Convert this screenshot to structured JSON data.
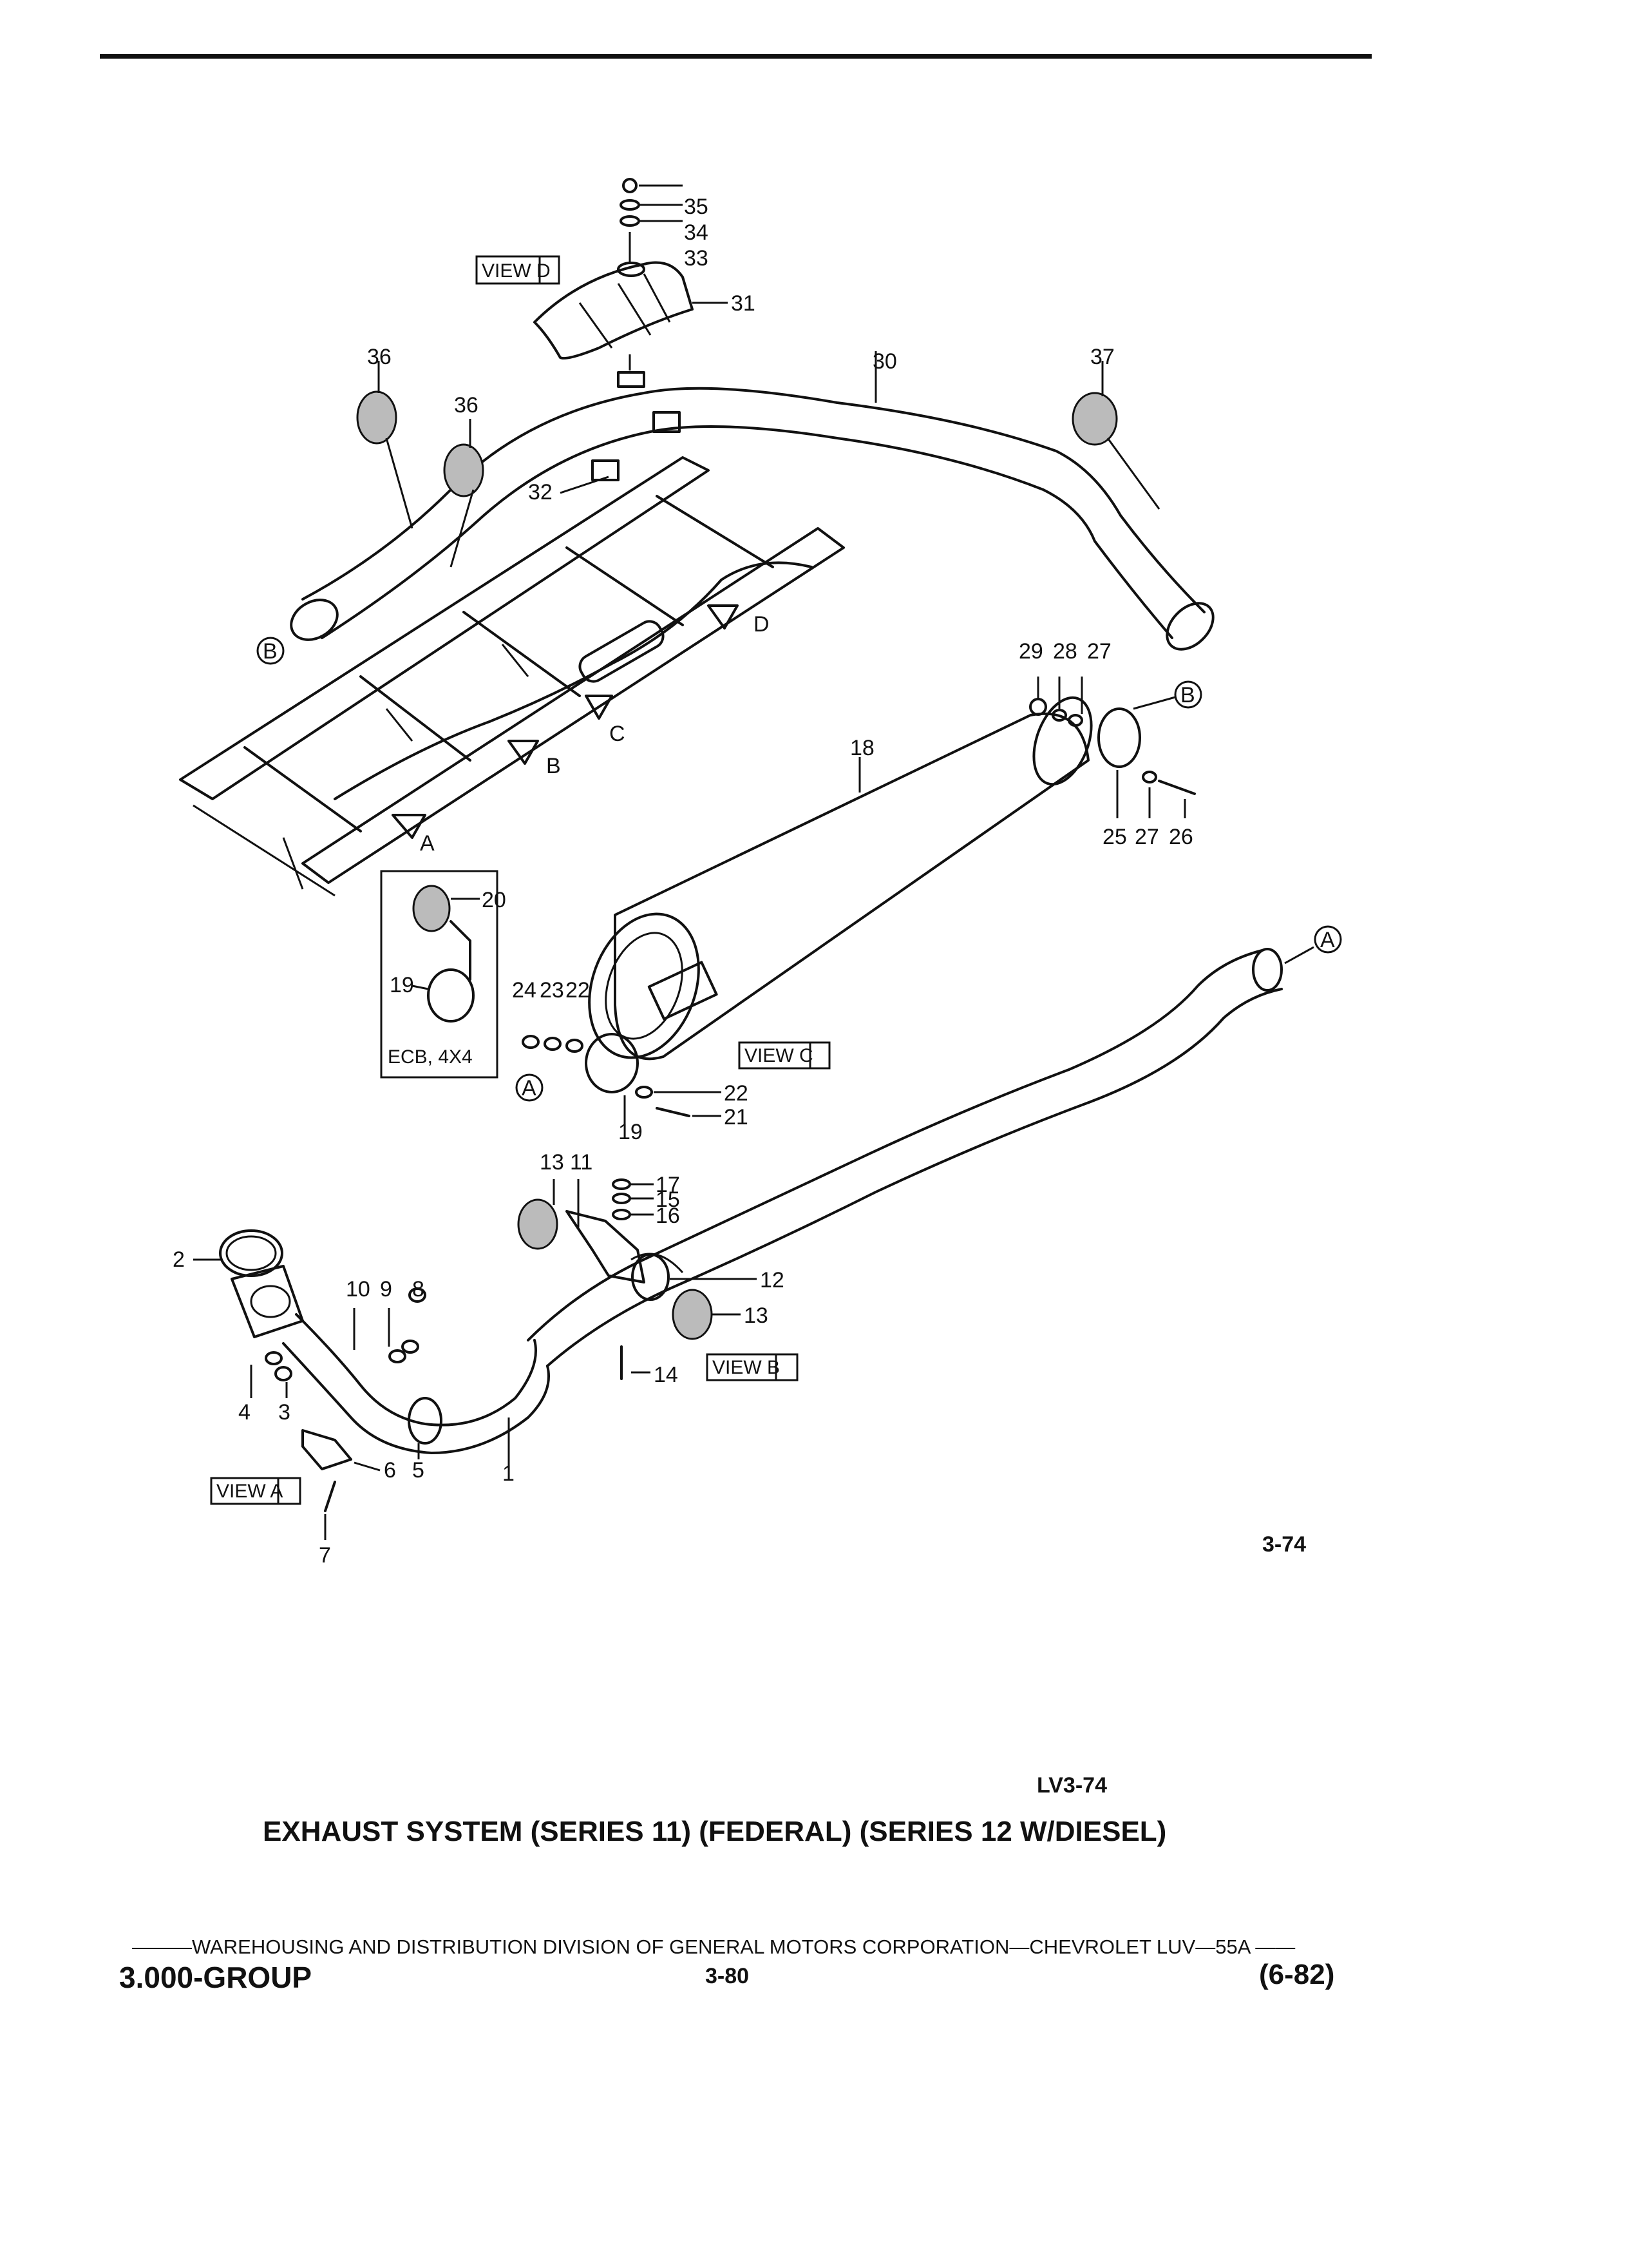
{
  "figure_number": "3-74",
  "figure_id": "LV3-74",
  "caption": "EXHAUST SYSTEM (SERIES 11) (FEDERAL) (SERIES 12 W/DIESEL)",
  "footer": {
    "line": "———WAREHOUSING AND DISTRIBUTION  DIVISION OF GENERAL MOTORS CORPORATION—CHEVROLET LUV—55A  ——",
    "group": "3.000-GROUP",
    "page": "3-80",
    "date": "(6-82)"
  },
  "views": {
    "a": "VIEW A",
    "b": "VIEW B",
    "c": "VIEW C",
    "d": "VIEW D",
    "inset": "ECB, 4X4"
  },
  "refs": {
    "a": "A",
    "b": "B",
    "c": "C",
    "d": "D"
  },
  "callouts": {
    "n1": "1",
    "n2": "2",
    "n3": "3",
    "n4": "4",
    "n5": "5",
    "n6": "6",
    "n7": "7",
    "n8": "8",
    "n9": "9",
    "n10": "10",
    "n11": "11",
    "n12": "12",
    "n13": "13",
    "n14": "14",
    "n15": "15",
    "n16": "16",
    "n17": "17",
    "n18": "18",
    "n19": "19",
    "n20": "20",
    "n21": "21",
    "n22": "22",
    "n23": "23",
    "n24": "24",
    "n25": "25",
    "n26": "26",
    "n27": "27",
    "n28": "28",
    "n29": "29",
    "n30": "30",
    "n31": "31",
    "n32": "32",
    "n33": "33",
    "n34": "34",
    "n35": "35",
    "n36": "36",
    "n37": "37"
  }
}
